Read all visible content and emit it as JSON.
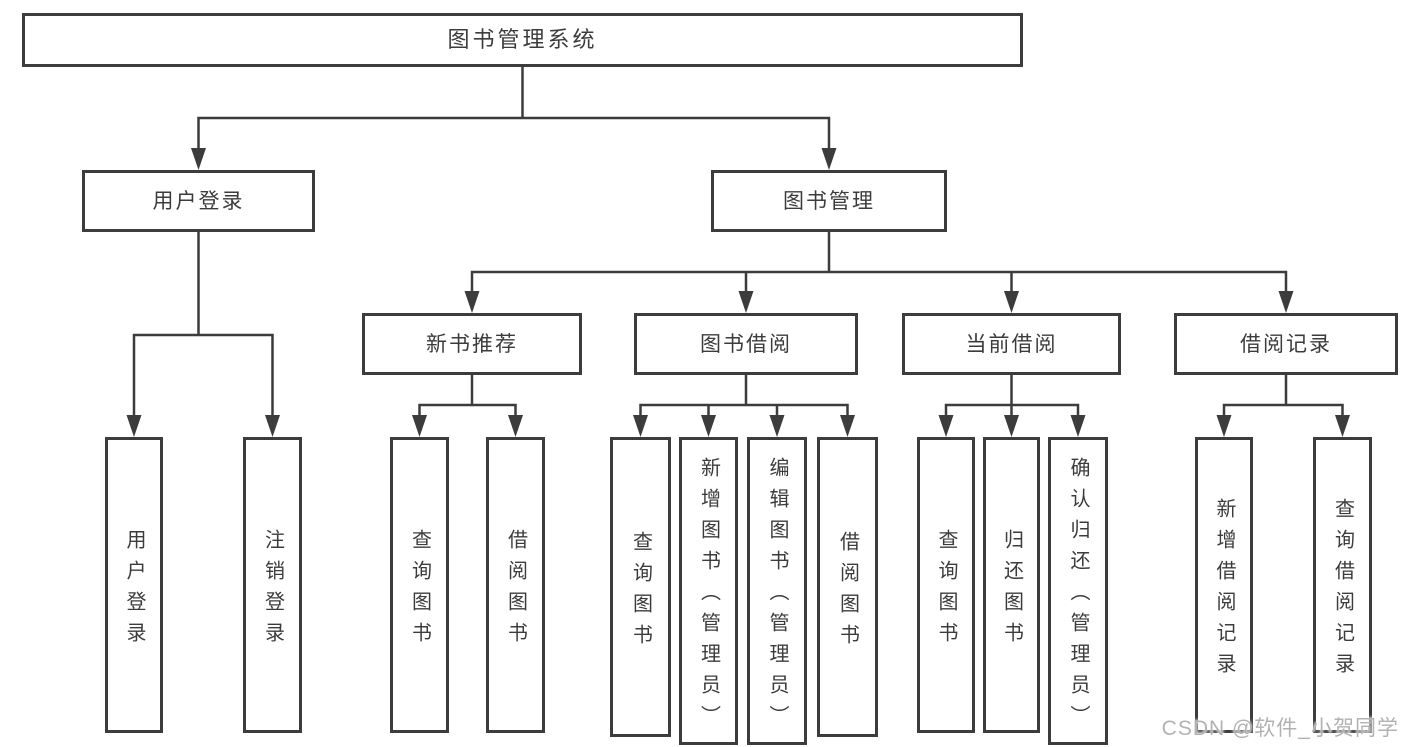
{
  "diagram": {
    "root": {
      "label": "图书管理系统"
    },
    "branches": [
      {
        "label": "用户登录",
        "children": [
          {
            "label": "用户登录"
          },
          {
            "label": "注销登录"
          }
        ]
      },
      {
        "label": "图书管理",
        "children": [
          {
            "label": "新书推荐",
            "children": [
              {
                "label": "查询图书"
              },
              {
                "label": "借阅图书"
              }
            ]
          },
          {
            "label": "图书借阅",
            "children": [
              {
                "label": "查询图书"
              },
              {
                "label": "新增图书（管理员）"
              },
              {
                "label": "编辑图书（管理员）"
              },
              {
                "label": "借阅图书"
              }
            ]
          },
          {
            "label": "当前借阅",
            "children": [
              {
                "label": "查询图书"
              },
              {
                "label": "归还图书"
              },
              {
                "label": "确认归还（管理员）"
              }
            ]
          },
          {
            "label": "借阅记录",
            "children": [
              {
                "label": "新增借阅记录"
              },
              {
                "label": "查询借阅记录"
              }
            ]
          }
        ]
      }
    ]
  },
  "watermark": {
    "text": "CSDN @软件_小贺同学"
  },
  "colors": {
    "line": "#3c3c3c",
    "box_border": "#3c3c3c",
    "box_fill": "#ffffff",
    "text": "#3c3c3c",
    "background": "#ffffff",
    "watermark": "#b2b2b2"
  }
}
